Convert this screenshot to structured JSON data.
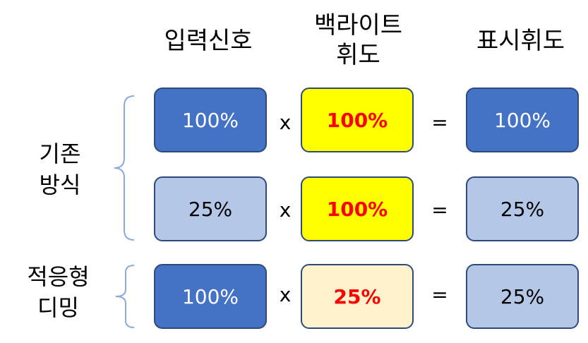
{
  "headers": {
    "input": "입력신호",
    "backlight_line1": "백라이트",
    "backlight_line2": "휘도",
    "display": "표시휘도"
  },
  "groups": {
    "existing_line1": "기존",
    "existing_line2": "방식",
    "adaptive_line1": "적응형",
    "adaptive_line2": "디밍"
  },
  "rows": [
    {
      "input": "100%",
      "backlight": "100%",
      "output": "100%",
      "op_mul": "x",
      "op_eq": "="
    },
    {
      "input": "25%",
      "backlight": "100%",
      "output": "25%",
      "op_mul": "x",
      "op_eq": "="
    },
    {
      "input": "100%",
      "backlight": "25%",
      "output": "25%",
      "op_mul": "x",
      "op_eq": "="
    }
  ],
  "colors": {
    "dark_blue": "#4472C4",
    "light_blue": "#B4C7E7",
    "yellow": "#FFFF00",
    "cream": "#FFF2CC",
    "red_text": "#FF0000",
    "brace": "#8EA9DB"
  }
}
